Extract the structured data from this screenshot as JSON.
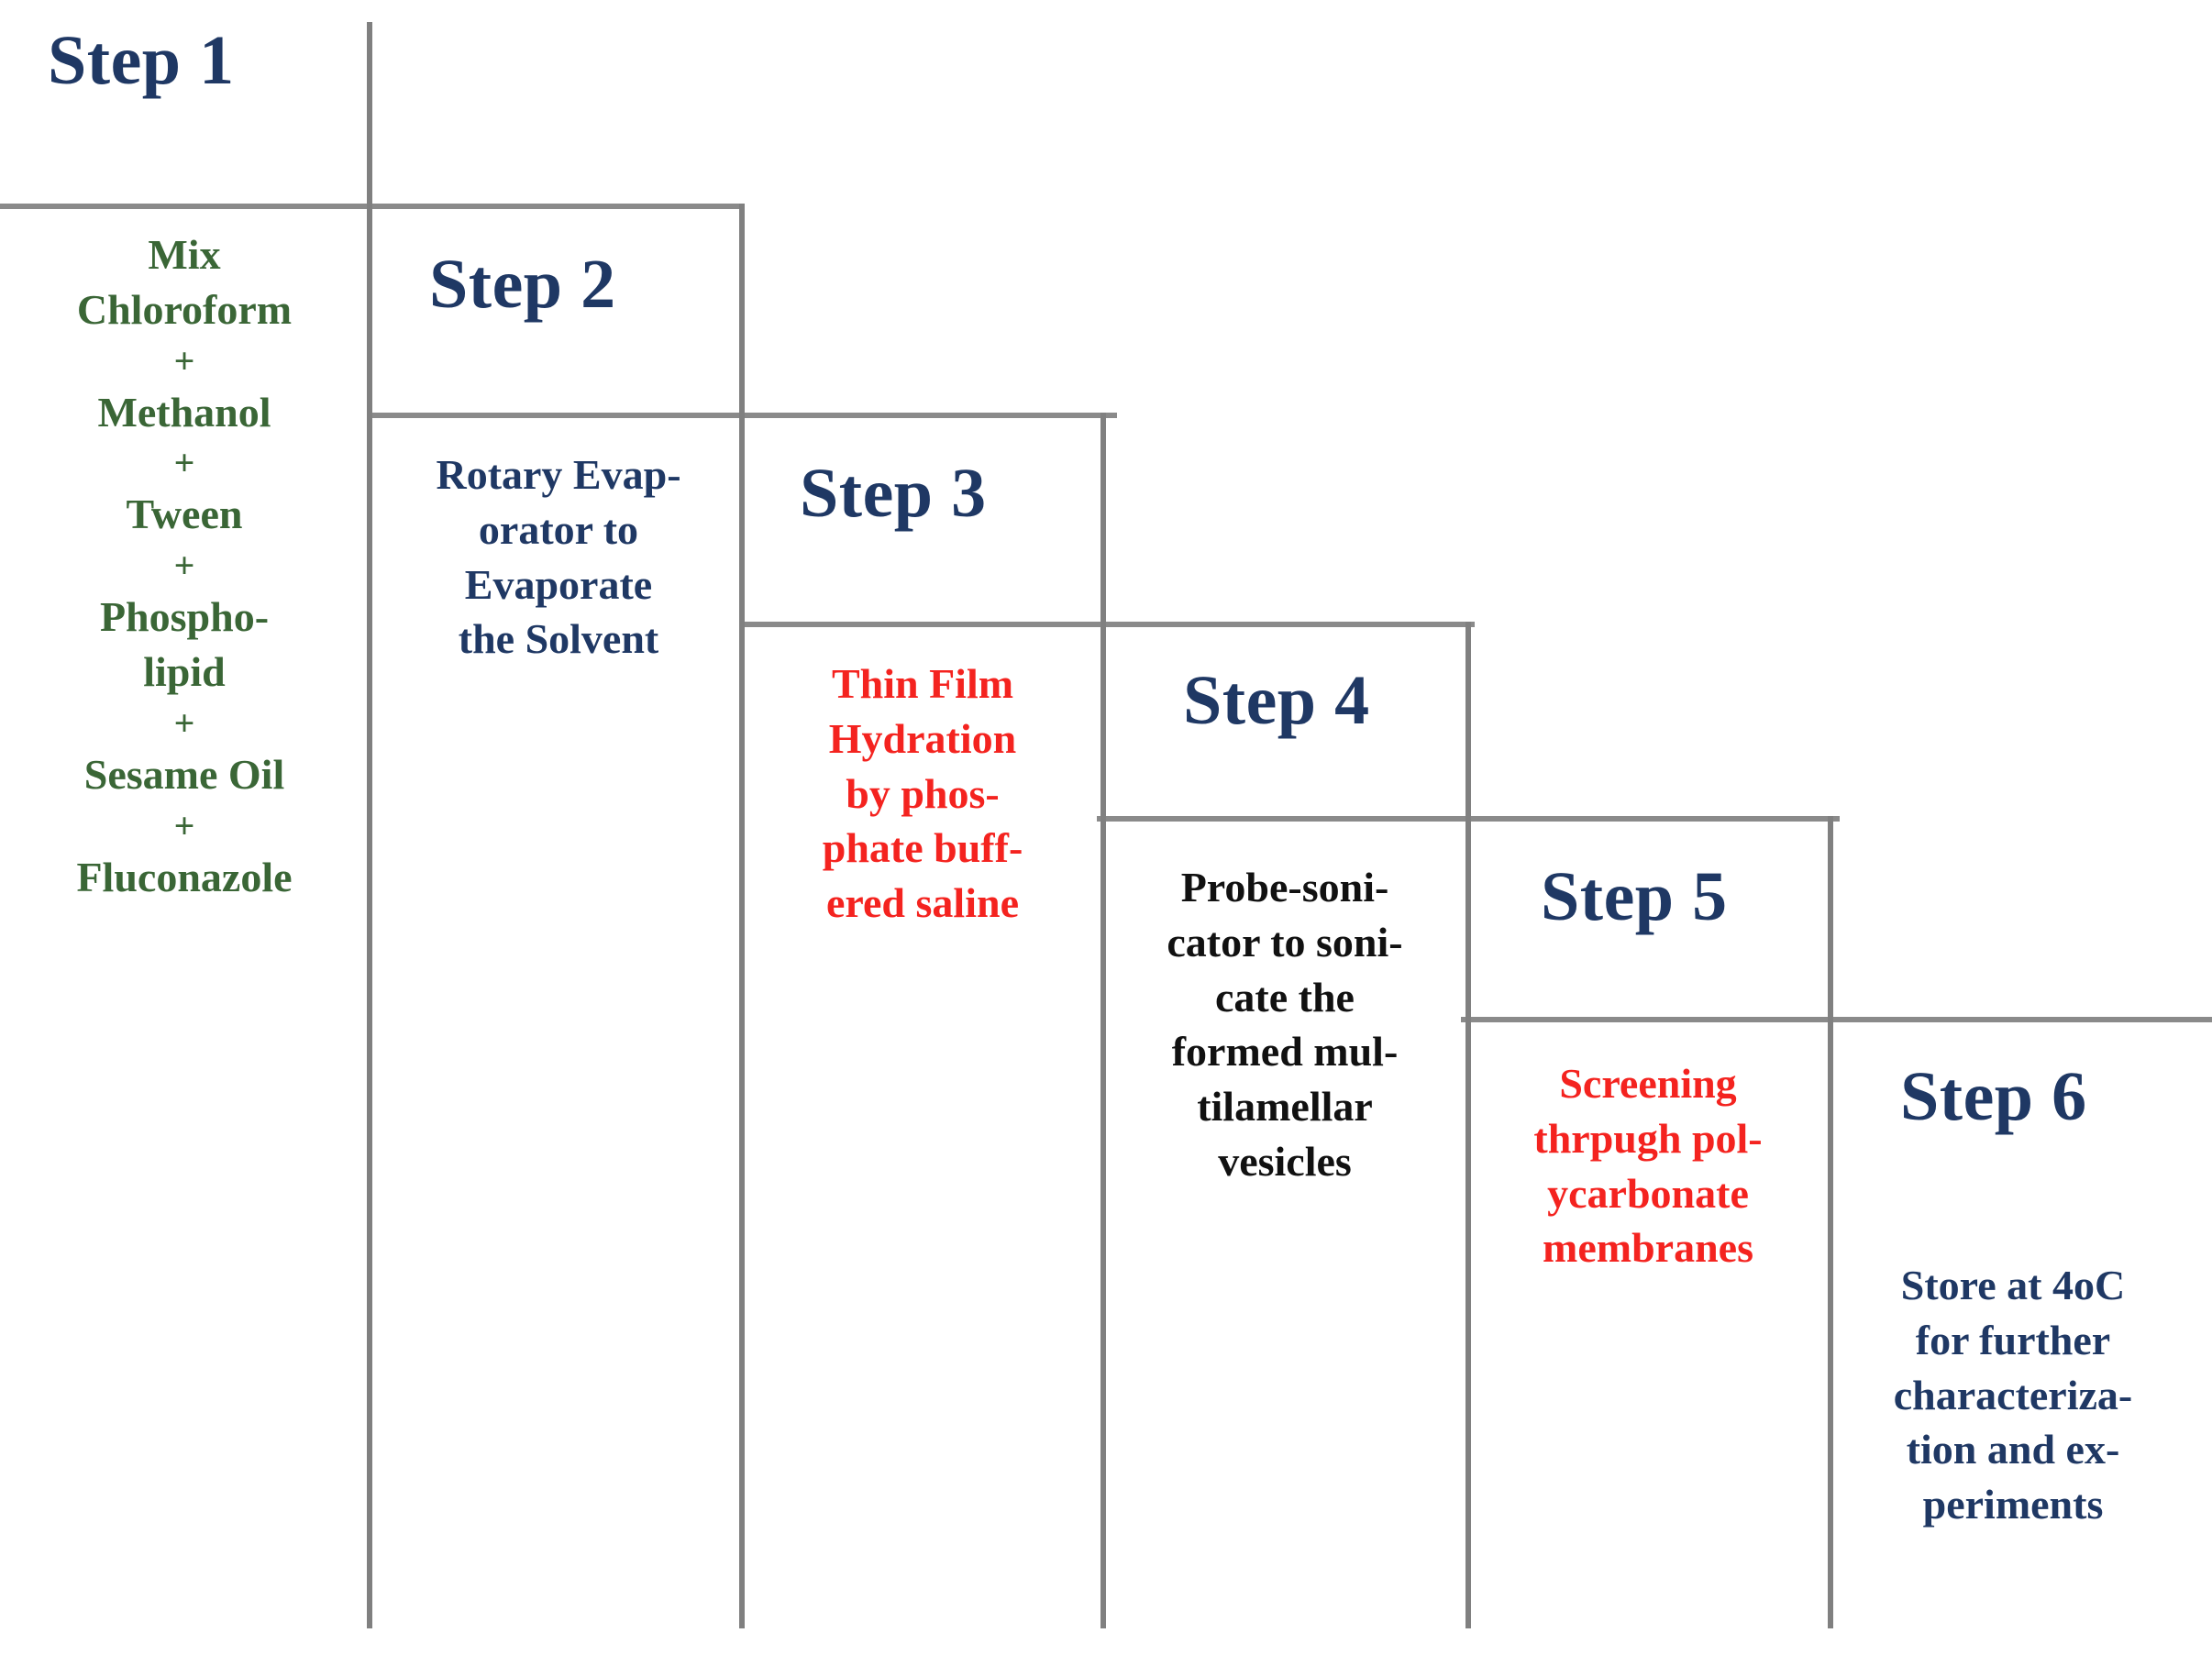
{
  "figure": {
    "kind": "process-flow-staircase",
    "line_color": "#808080",
    "title_color": "#1f3864"
  },
  "steps": [
    {
      "id": "step-1",
      "title": "Step 1",
      "text_color": "#3a6636",
      "lines": [
        "Mix",
        "Chloroform",
        "+",
        "Methanol",
        "+",
        "Tween",
        "+",
        "Phospho-",
        "lipid",
        "+",
        "Sesame Oil",
        "+",
        "Fluconazole"
      ]
    },
    {
      "id": "step-2",
      "title": "Step 2",
      "text_color": "#1f3864",
      "lines": [
        "Rotary Evap-",
        "orator to",
        "Evaporate",
        "the Solvent"
      ]
    },
    {
      "id": "step-3",
      "title": "Step 3",
      "text_color": "#f4231f",
      "lines": [
        "Thin Film",
        "Hydration",
        "by phos-",
        "phate buff-",
        "ered saline"
      ]
    },
    {
      "id": "step-4",
      "title": "Step 4",
      "text_color": "#111111",
      "lines": [
        "Probe-soni-",
        "cator to soni-",
        "cate the",
        "formed mul-",
        "tilamellar",
        "vesicles"
      ]
    },
    {
      "id": "step-5",
      "title": "Step 5",
      "text_color": "#f4231f",
      "lines": [
        "Screening",
        "thrpugh pol-",
        "ycarbonate",
        "membranes"
      ]
    },
    {
      "id": "step-6",
      "title": "Step 6",
      "text_color": "#1f3864",
      "lines": [
        "Store at 4oC",
        "for further",
        "characteriza-",
        "tion and ex-",
        "periments"
      ]
    }
  ]
}
